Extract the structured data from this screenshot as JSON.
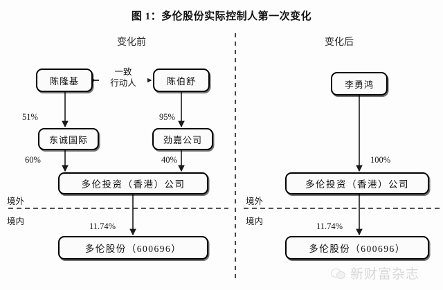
{
  "figure": {
    "title": "图 1：多伦股份实际控制人第一次变化"
  },
  "panels": {
    "before": {
      "heading": "变化前",
      "nodes": {
        "person_a": "陈隆基",
        "person_b": "陈伯舒",
        "company_a": "东诚国际",
        "company_b": "劲嘉公司",
        "hk_company": "多伦投资（香港）公司",
        "listed_company": "多伦股份（600696）"
      },
      "edges": {
        "person_a_to_company_a": "51%",
        "person_b_to_company_b": "95%",
        "company_a_to_hk": "60%",
        "company_b_to_hk": "40%",
        "hk_to_listed": "11.74%"
      },
      "relation": "一致\n行动人",
      "relation_line1": "一致",
      "relation_line2": "行动人",
      "boundary": {
        "offshore": "境外",
        "onshore": "境内"
      }
    },
    "after": {
      "heading": "变化后",
      "nodes": {
        "person": "李勇鸿",
        "hk_company": "多伦投资（香港）公司",
        "listed_company": "多伦股份（600696）"
      },
      "edges": {
        "person_to_hk": "100%",
        "hk_to_listed": "11.74%"
      },
      "boundary": {
        "offshore": "境外",
        "onshore": "境内"
      }
    }
  },
  "watermark": {
    "text": "新财富杂志",
    "icon": "wechat-icon"
  },
  "colors": {
    "background": "#fdfdfd",
    "box_border": "#000000",
    "box_fill": "#fbfbfb",
    "text": "#111111",
    "watermark": "#d9d9d9"
  }
}
